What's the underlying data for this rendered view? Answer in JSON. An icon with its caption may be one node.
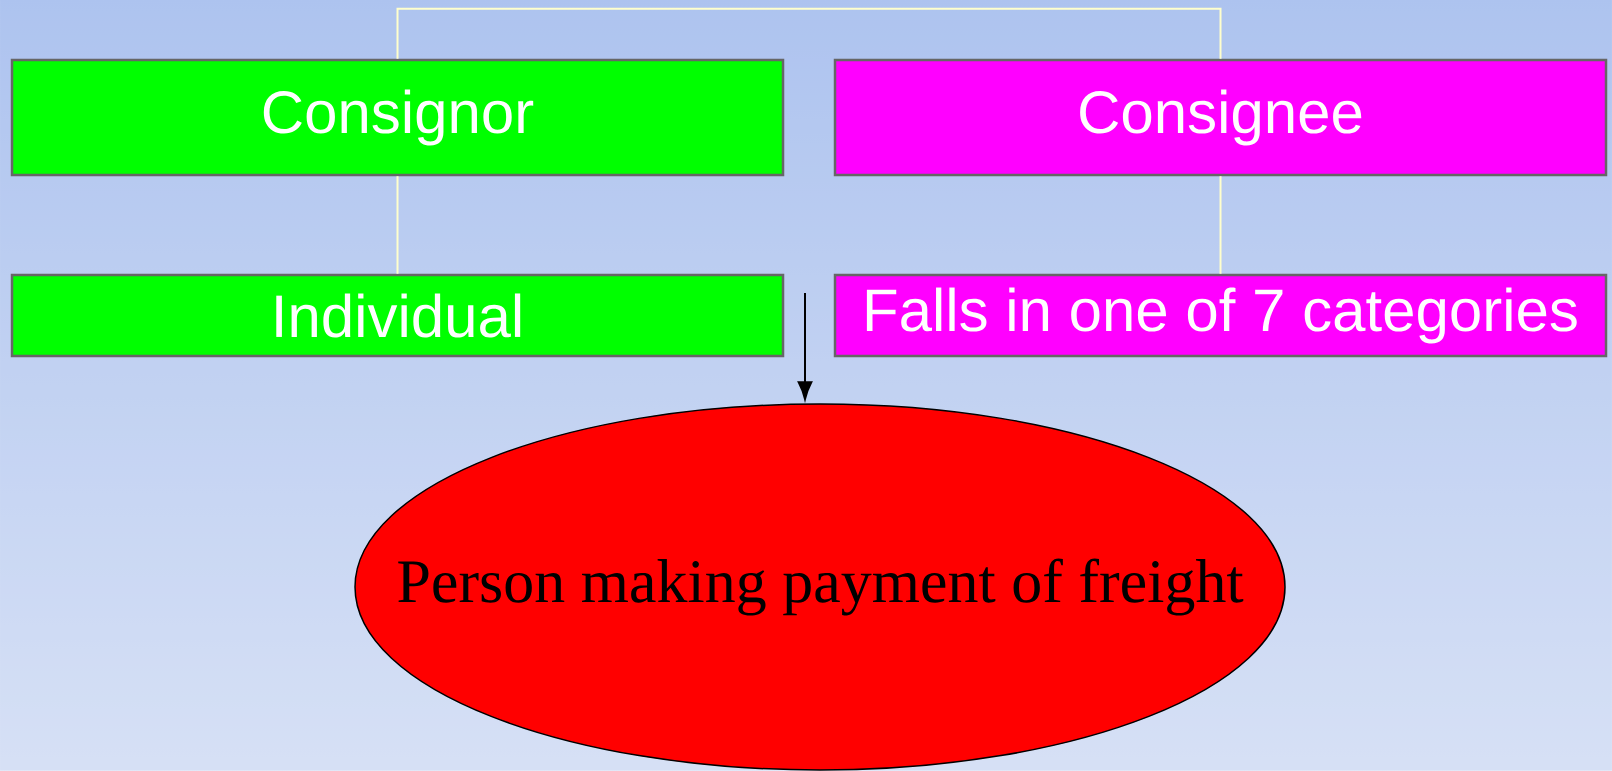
{
  "diagram": {
    "nodes": [
      {
        "text": [
          "Consignor"
        ]
      },
      {
        "text": [
          "Consignee"
        ]
      },
      {
        "text": [
          "Individual"
        ]
      },
      {
        "text": [
          "Falls in one of 7 categories"
        ]
      },
      {
        "text": [
          "Person making payment of freight"
        ]
      }
    ],
    "edges": [
      {
        "from": 0,
        "to": 1,
        "arrow": "none"
      },
      {
        "from": 0,
        "to": 2,
        "arrow": "none"
      },
      {
        "from": 1,
        "to": 3,
        "arrow": "none"
      },
      {
        "from": null,
        "to": 4,
        "arrow": "to",
        "color": "#000000"
      }
    ]
  }
}
